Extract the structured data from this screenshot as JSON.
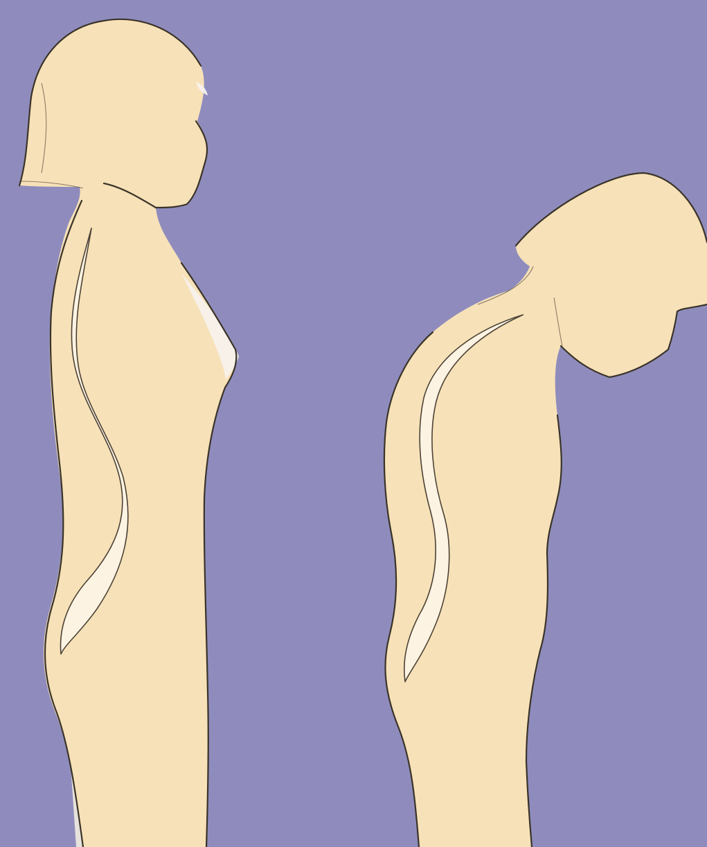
{
  "scene": {
    "background_color": "#8f8cbd",
    "skin_color": "#f7e1b8",
    "spine_color": "#fdf3e2",
    "figures": [
      {
        "id": "upright-figure",
        "posture": "upright"
      },
      {
        "id": "stooped-figure",
        "posture": "stooped"
      }
    ]
  }
}
